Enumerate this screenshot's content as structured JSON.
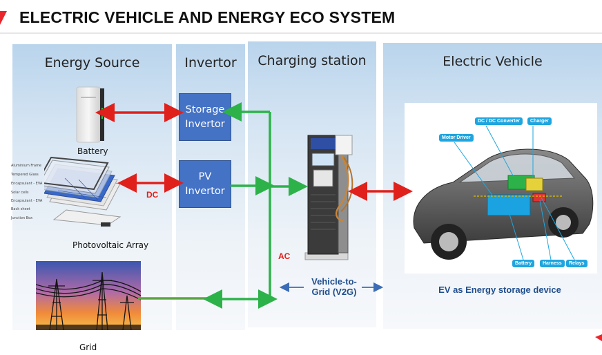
{
  "title": "ELECTRIC VEHICLE AND ENERGY ECO SYSTEM",
  "columns": {
    "energy_source": "Energy Source",
    "invertor": "Invertor",
    "charging_station": "Charging station",
    "electric_vehicle": "Electric Vehicle"
  },
  "invertors": {
    "storage": "Storage Invertor",
    "pv": "PV Invertor"
  },
  "sources": {
    "battery": "Battery",
    "pv_array": "Photovoltaic Array",
    "grid": "Grid"
  },
  "pv_layers": [
    "Aluminium Frame",
    "Tempered Glass",
    "Encapsulant - EVA",
    "Solar cells",
    "Encapsulant - EVA",
    "Back sheet",
    "Junction Box"
  ],
  "car_callouts": {
    "dcdc": "DC / DC Converter",
    "charger": "Charger",
    "motor": "Motor Driver",
    "battery": "Battery",
    "harness": "Harness",
    "relays": "Relays"
  },
  "labels": {
    "dc": "DC",
    "ac": "AC",
    "v2g": "Vehicle-to-Grid (V2G)",
    "ev_storage": "EV as Energy storage device"
  },
  "colors": {
    "accent_red": "#e8262b",
    "arrow_red": "#e0201b",
    "arrow_green": "#2db24a",
    "invertor_blue": "#4472c4",
    "label_blue": "#1f4e8c"
  }
}
